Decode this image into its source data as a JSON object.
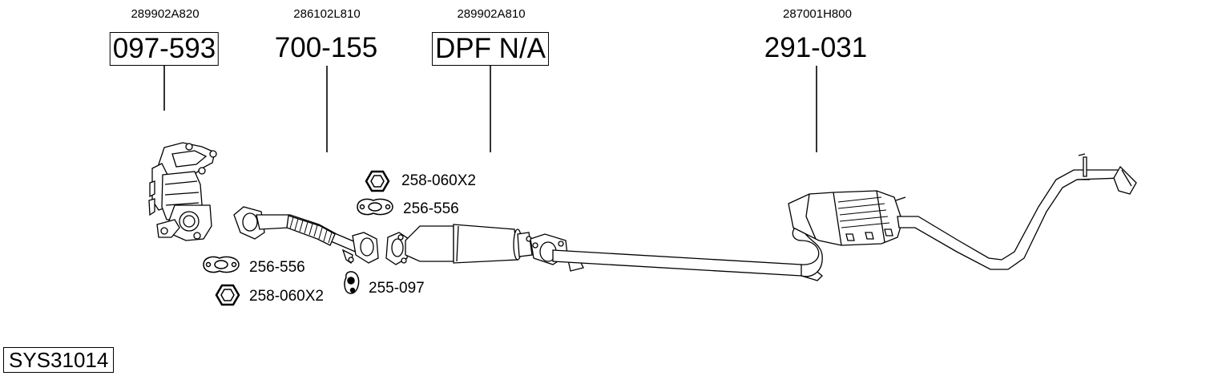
{
  "parts": [
    {
      "oem": "289902A820",
      "number": "097-593",
      "boxed": true
    },
    {
      "oem": "286102L810",
      "number": "700-155",
      "boxed": false
    },
    {
      "oem": "289902A810",
      "number": "DPF N/A",
      "boxed": true
    },
    {
      "oem": "287001H800",
      "number": "291-031",
      "boxed": false
    }
  ],
  "accessories": {
    "nut_top": "258-060X2",
    "gasket_top": "256-556",
    "gasket_bottom": "256-556",
    "nut_bottom": "258-060X2",
    "mount": "255-097"
  },
  "system_id": "SYS31014",
  "colors": {
    "line": "#000000",
    "fill": "#ffffff",
    "shade": "#d9d9d9"
  }
}
